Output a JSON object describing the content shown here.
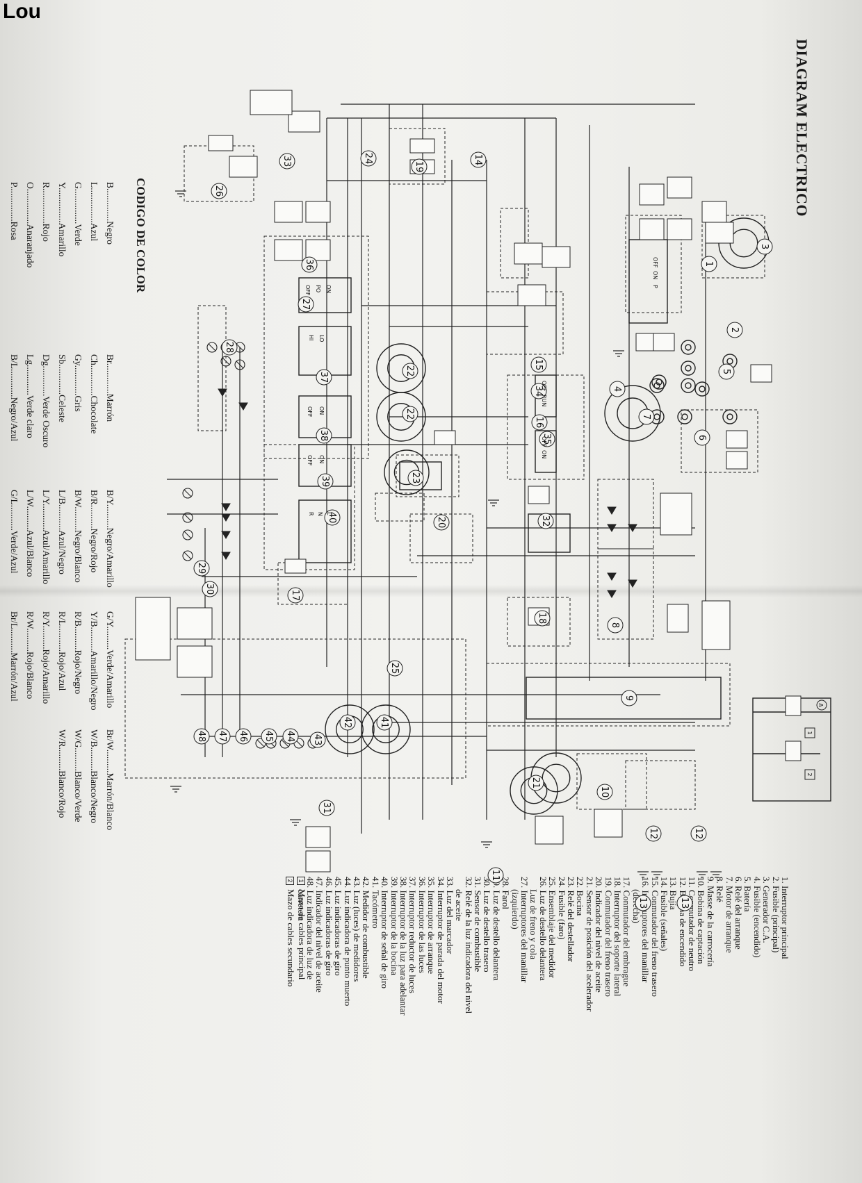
{
  "corner_label": "Lou",
  "title": "DIAGRAM ELECTRICO",
  "color_code": {
    "title": "CODIGO DE COLOR",
    "col1": [
      "B..............Negro",
      "L...............Azul",
      "G...............Verde",
      "Y...............Amarillo",
      "R...............Rojo",
      "O...............Anaranjado",
      "P...............Rosa"
    ],
    "col2": [
      "Br.............Marrón",
      "Ch.............Chocolate",
      "Gy.............Gris",
      "Sb.............Celeste",
      "Dg.............Verde Oscuro",
      "Lg.............Verde claro",
      "B/L............Negro/Azul"
    ],
    "col3": [
      "B/Y..........Negro/Amarillo",
      "B/R..........Negro/Rojo",
      "B/W..........Negro/Blanco",
      "L/B...........Azul/Negro",
      "L/Y...........Azul/Amarillo",
      "L/W..........Azul/Blanco",
      "G/L...........Verde/Azul"
    ],
    "col4": [
      "G/Y..........Verde/Amarillo",
      "Y/B..........Amarillo/Negro",
      "R/B..........Rojo/Negro",
      "R/L...........Rojo/Azul",
      "R/Y..........Rojo/Amarillo",
      "R/W..........Rojo/Blanco",
      "Br/L..........Marrón/Azul"
    ],
    "col5": [
      "Br/W..........Marrón/Blanco",
      "W/B..........Blanco/Negro",
      "W/G..........Blanco/Verde",
      "W/R..........Blanco/Rojo"
    ]
  },
  "legend": [
    {
      "text": "1.  Interruptor principal"
    },
    {
      "text": "2.  Fusible (principal)"
    },
    {
      "text": "3.  Generador C.A."
    },
    {
      "text": "4.  Fusible (encendido)"
    },
    {
      "text": "5.  Batería"
    },
    {
      "text": "6.  Relé del arranque"
    },
    {
      "text": "7.  Motor de arranque"
    },
    {
      "text": "8.  Relé"
    },
    {
      "text": "9.  Masse de la carrocería"
    },
    {
      "text": "10. Bobina de captación"
    },
    {
      "text": "11. Conmutador de neutro"
    },
    {
      "text": "12. Bobina de encendido"
    },
    {
      "text": "13. Bujía"
    },
    {
      "text": "14. Fusible (señales)"
    },
    {
      "text": "15. Conmutador del freno trasero"
    },
    {
      "text": "16. Interruptores del manillar"
    },
    {
      "text": "(derecha)",
      "cont": true
    },
    {
      "text": "17. Conmutador del embrague"
    },
    {
      "text": "18. Interruptor del soporte lateral"
    },
    {
      "text": "19. Conmutador del freno trasero"
    },
    {
      "text": "20. Indicador del nivel de aceite"
    },
    {
      "text": "21. Sensor de posición del acelerador"
    },
    {
      "text": "22. Bocina"
    },
    {
      "text": "23. Relé del destellador"
    },
    {
      "text": "24. Fusible (faro)"
    },
    {
      "text": "25. Ensemblaje del medidor"
    },
    {
      "text": "26. Luz de destello delantera"
    },
    {
      "text": "Luz de freno y cola",
      "cont": true
    },
    {
      "text": "27. Interruptores del manillar"
    },
    {
      "text": "(izquierdo)",
      "cont": true
    },
    {
      "text": "28. Farol"
    },
    {
      "text": "29. Luz de destello delantera"
    },
    {
      "text": "30. Luz de destello trasero"
    },
    {
      "text": "31. Sensor de combustible"
    },
    {
      "text": "32. Relé de la luz indicadora del nivel"
    },
    {
      "text": "de aceite",
      "cont": true
    },
    {
      "text": "33. Luz del marcador"
    },
    {
      "text": "34. Interruptor de parada del motor"
    },
    {
      "text": "35. Interruptor de arranque"
    },
    {
      "text": "36. Interruptor de las luces"
    },
    {
      "text": "37. Interruptor reductor de luces"
    },
    {
      "text": "38. Interruptor de la luz para adelantar"
    },
    {
      "text": "39. Interruptor de la bocina"
    },
    {
      "text": "40. Interruptor de señal de giro"
    },
    {
      "text": "41. Tacómetro"
    },
    {
      "text": "42. Medidor de combustible"
    },
    {
      "text": "43. Luz (luces) de medidores"
    },
    {
      "text": "44. Luz indicadora de punto muerto"
    },
    {
      "text": "45. Luz indicadoras de giro"
    },
    {
      "text": "46. Luz indicadoras de giro"
    },
    {
      "text": "47. Indicador del nivel de aceite"
    },
    {
      "text": "48. Luz indicadora de luz de"
    },
    {
      "text": "carretera",
      "cont": true
    }
  ],
  "harness": [
    {
      "box": "1",
      "text": "Mazo de cables principal"
    },
    {
      "box": "2",
      "text": "Mazo de cables secundario"
    }
  ],
  "diagram": {
    "components": [
      {
        "n": "1"
      },
      {
        "n": "2"
      },
      {
        "n": "3"
      },
      {
        "n": "4"
      },
      {
        "n": "5"
      },
      {
        "n": "6"
      },
      {
        "n": "7"
      },
      {
        "n": "8"
      },
      {
        "n": "9"
      },
      {
        "n": "10"
      },
      {
        "n": "11"
      },
      {
        "n": "12"
      },
      {
        "n": "12"
      },
      {
        "n": "13"
      },
      {
        "n": "13"
      },
      {
        "n": "14"
      },
      {
        "n": "15"
      },
      {
        "n": "16"
      },
      {
        "n": "17"
      },
      {
        "n": "18"
      },
      {
        "n": "19"
      },
      {
        "n": "20"
      },
      {
        "n": "21"
      },
      {
        "n": "22"
      },
      {
        "n": "22"
      },
      {
        "n": "23"
      },
      {
        "n": "24"
      },
      {
        "n": "25"
      },
      {
        "n": "26"
      },
      {
        "n": "27"
      },
      {
        "n": "28"
      },
      {
        "n": "29"
      },
      {
        "n": "30"
      },
      {
        "n": "31"
      },
      {
        "n": "32"
      },
      {
        "n": "33"
      },
      {
        "n": "34"
      },
      {
        "n": "35"
      },
      {
        "n": "36"
      },
      {
        "n": "37"
      },
      {
        "n": "38"
      },
      {
        "n": "39"
      },
      {
        "n": "40"
      },
      {
        "n": "41"
      },
      {
        "n": "42"
      },
      {
        "n": "43"
      },
      {
        "n": "44"
      },
      {
        "n": "45"
      },
      {
        "n": "46"
      },
      {
        "n": "47"
      },
      {
        "n": "48"
      }
    ],
    "switch_labels": [
      "OFF",
      "ON",
      "P",
      "OFF",
      "PO",
      "ON",
      "HI",
      "LO",
      "OFF",
      "ON",
      "OFF",
      "ON",
      "OFF",
      "RUN",
      "OFF",
      "ON",
      "R",
      "N",
      "L"
    ],
    "connector_marker": "A",
    "inset_labels": [
      "1",
      "2"
    ]
  }
}
